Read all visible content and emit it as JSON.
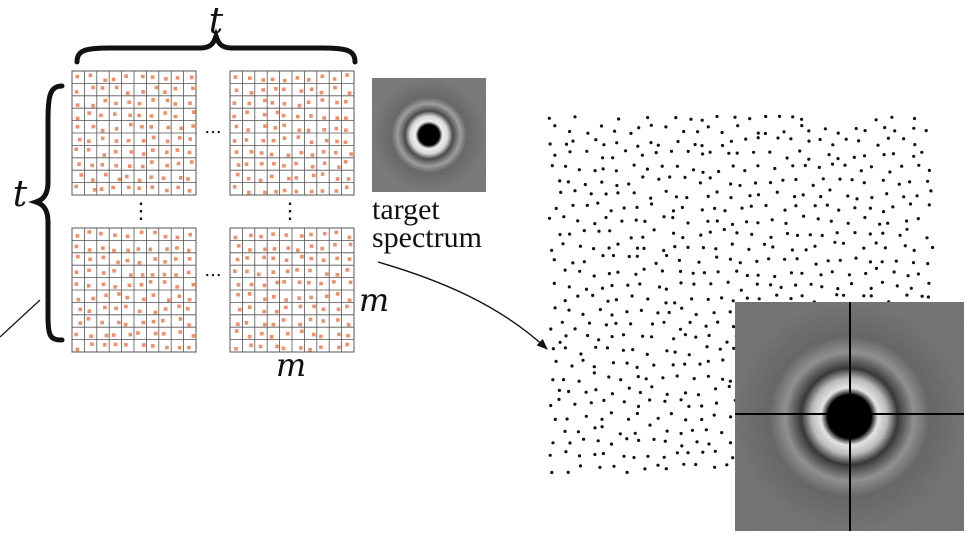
{
  "labels": {
    "t_top": "t",
    "t_left": "t",
    "m_right": "m",
    "m_bottom": "m",
    "target_line1": "target",
    "target_line2": "spectrum",
    "ellipsis_h": "...",
    "ellipsis_v": "⋮"
  },
  "colors": {
    "grid_line": "#555555",
    "sample_point": "#f0906a",
    "stroke": "#111111",
    "spectrum_bg": "#7a7a7a"
  }
}
